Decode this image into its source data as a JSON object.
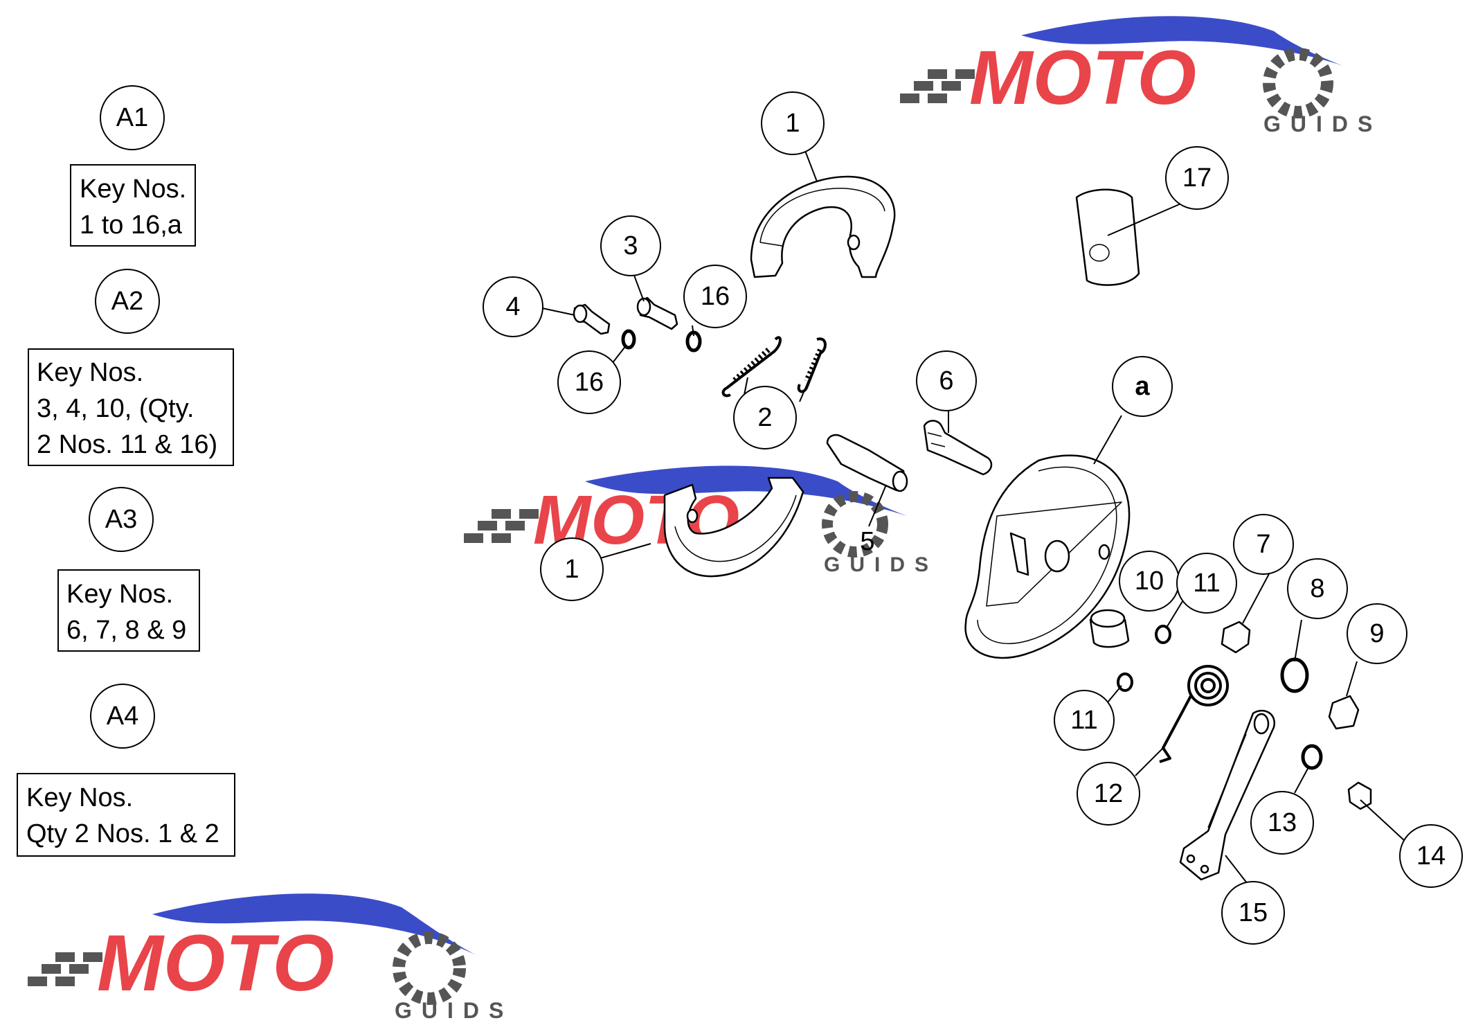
{
  "kits": [
    {
      "label": "A1",
      "lines": [
        "Key Nos.",
        "1 to 16,a"
      ]
    },
    {
      "label": "A2",
      "lines": [
        "Key Nos.",
        "3, 4, 10, (Qty.",
        "2 Nos. 11 & 16)"
      ]
    },
    {
      "label": "A3",
      "lines": [
        "Key Nos.",
        "6, 7, 8 & 9"
      ]
    },
    {
      "label": "A4",
      "lines": [
        "Key Nos.",
        "Qty 2 Nos. 1 & 2"
      ]
    }
  ],
  "callouts": [
    "1",
    "1",
    "2",
    "3",
    "4",
    "5",
    "6",
    "7",
    "8",
    "9",
    "10",
    "11",
    "11",
    "12",
    "13",
    "14",
    "15",
    "16",
    "16",
    "17",
    "a"
  ],
  "watermark": {
    "word": "MOTO",
    "sub": "GUIDS"
  },
  "colors": {
    "logo_red": "#e8444a",
    "logo_blue": "#3b4cc8",
    "logo_gray": "#555555",
    "ink": "#000000"
  }
}
